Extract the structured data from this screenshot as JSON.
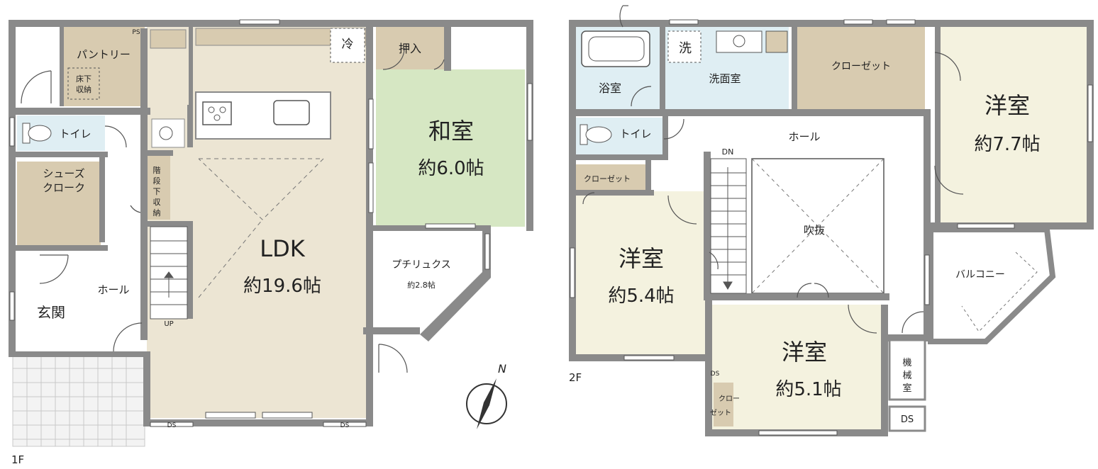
{
  "floor1": {
    "label": "1F",
    "rooms": {
      "pantry": "パントリー",
      "underfloor": [
        "床下",
        "収納"
      ],
      "fridge": "冷",
      "oshiire": "押入",
      "washitsu_name": "和室",
      "washitsu_size": "約6.0帖",
      "toilet": "トイレ",
      "shoes": [
        "シューズ",
        "クローク"
      ],
      "stair_storage": [
        "階",
        "段",
        "下",
        "収",
        "納"
      ],
      "ldk_name": "LDK",
      "ldk_size": "約19.6帖",
      "petit_name": "プチリュクス",
      "petit_size": "約2.8帖",
      "hall": "ホール",
      "entrance": "玄関",
      "up": "UP",
      "ps": "PS",
      "ds_left": "DS",
      "ds_right": "DS"
    }
  },
  "floor2": {
    "label": "2F",
    "rooms": {
      "bath": "浴室",
      "wash_mark": "洗",
      "washroom": "洗面室",
      "closet_top": "クローゼット",
      "toilet": "トイレ",
      "hall": "ホール",
      "dn": "DN",
      "closet_left": "クローゼット",
      "void": "吹抜",
      "room_a_name": "洋室",
      "room_a_size": "約7.7帖",
      "room_b_name": "洋室",
      "room_b_size": "約5.4帖",
      "room_c_name": "洋室",
      "room_c_size": "約5.1帖",
      "balcony": "バルコニー",
      "machine": [
        "機",
        "械",
        "室"
      ],
      "closet_small": [
        "クロー",
        "ゼット"
      ],
      "ds": "DS",
      "ds_small": "DS"
    }
  },
  "compass": {
    "north": "N"
  },
  "colors": {
    "wall": "#8a8a8a",
    "ldk": "#ece5d3",
    "washitsu": "#d6e7c3",
    "storage": "#d8cbb0",
    "wet": "#dfeef3",
    "bedroom": "#f4f2df",
    "white": "#ffffff"
  }
}
